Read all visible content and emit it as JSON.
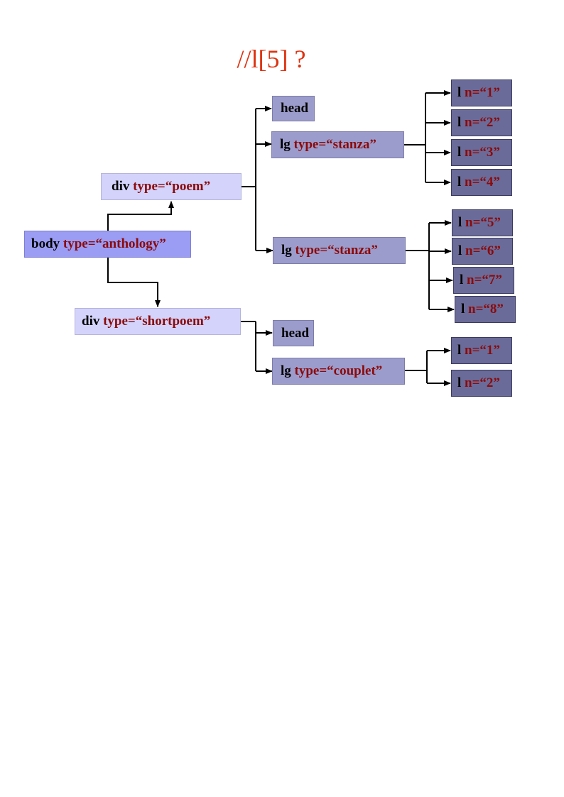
{
  "title": "//l[5] ?",
  "colors": {
    "title": "#dd3311",
    "attribute": "#8b0a0a",
    "body_fill": "#9b9cf4",
    "div_fill": "#d3d3fb",
    "group_fill": "#9c9ccc",
    "line_fill": "#6b6b99"
  },
  "nodes": {
    "body": {
      "tag": "body",
      "attr": "type=“anthology”"
    },
    "div1": {
      "tag": "div",
      "attr": "type=“poem”"
    },
    "div2": {
      "tag": "div",
      "attr": "type=“shortpoem”"
    },
    "head1": {
      "tag": "head",
      "attr": ""
    },
    "lg1": {
      "tag": "lg",
      "attr": "type=“stanza”"
    },
    "lg2": {
      "tag": "lg",
      "attr": "type=“stanza”"
    },
    "head2": {
      "tag": "head",
      "attr": ""
    },
    "lg3": {
      "tag": "lg",
      "attr": "type=“couplet”"
    },
    "l1": {
      "tag": "l",
      "attr": "n=“1”"
    },
    "l2": {
      "tag": "l",
      "attr": "n=“2”"
    },
    "l3": {
      "tag": "l",
      "attr": "n=“3”"
    },
    "l4": {
      "tag": "l",
      "attr": "n=“4”"
    },
    "l5": {
      "tag": "l",
      "attr": "n=“5”"
    },
    "l6": {
      "tag": "l",
      "attr": "n=“6”"
    },
    "l7": {
      "tag": "l",
      "attr": "n=“7”"
    },
    "l8": {
      "tag": "l",
      "attr": "n=“8”"
    },
    "lc1": {
      "tag": "l",
      "attr": "n=“1”"
    },
    "lc2": {
      "tag": "l",
      "attr": "n=“2”"
    }
  },
  "edges": [
    [
      "body",
      "div1"
    ],
    [
      "body",
      "div2"
    ],
    [
      "div1",
      "head1"
    ],
    [
      "div1",
      "lg1"
    ],
    [
      "div1",
      "lg2"
    ],
    [
      "lg1",
      "l1"
    ],
    [
      "lg1",
      "l2"
    ],
    [
      "lg1",
      "l3"
    ],
    [
      "lg1",
      "l4"
    ],
    [
      "lg2",
      "l5"
    ],
    [
      "lg2",
      "l6"
    ],
    [
      "lg2",
      "l7"
    ],
    [
      "lg2",
      "l8"
    ],
    [
      "div2",
      "head2"
    ],
    [
      "div2",
      "lg3"
    ],
    [
      "lg3",
      "lc1"
    ],
    [
      "lg3",
      "lc2"
    ]
  ]
}
